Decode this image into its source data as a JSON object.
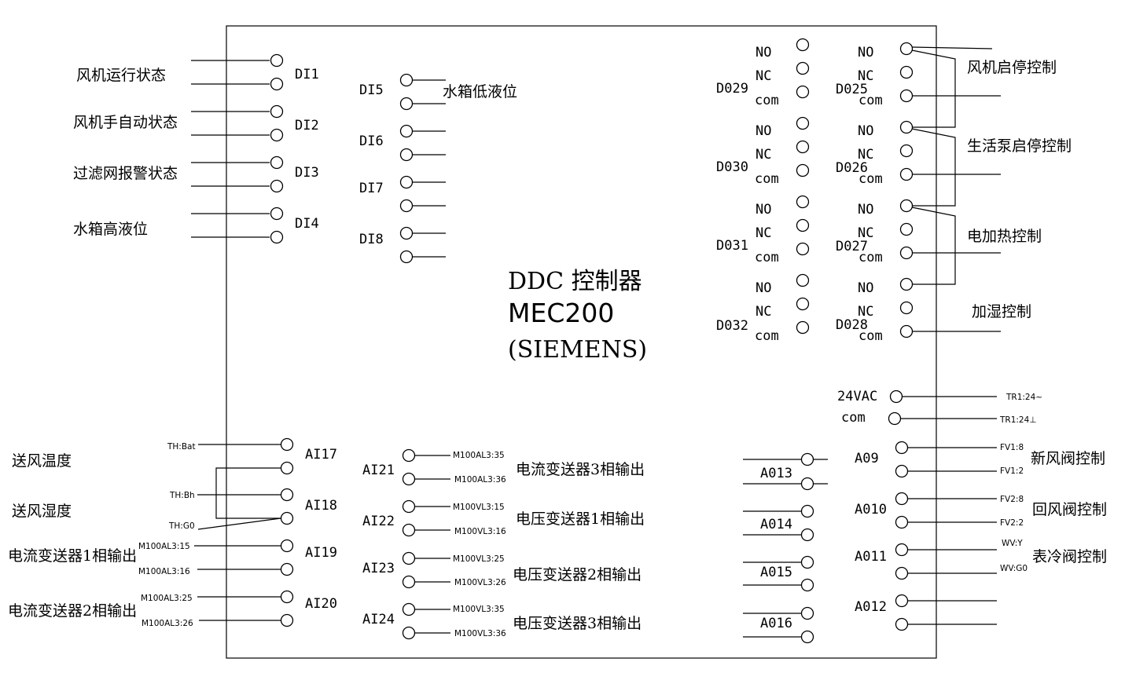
{
  "controller": {
    "title_line1": "DDC 控制器",
    "model": "MEC200",
    "vendor": "(SIEMENS)"
  },
  "di_left": {
    "labels": [
      "DI1",
      "DI2",
      "DI3",
      "DI4"
    ],
    "descriptions": [
      "风机运行状态",
      "风机手自动状态",
      "过滤网报警状态",
      "水箱高液位"
    ]
  },
  "di_inner": {
    "labels": [
      "DI5",
      "DI6",
      "DI7",
      "DI8"
    ],
    "di5_description": "水箱低液位"
  },
  "do_left": {
    "labels": [
      "D029",
      "D030",
      "D031",
      "D032"
    ],
    "no": "NO",
    "nc": "NC",
    "com": "com"
  },
  "do_right": {
    "labels": [
      "D025",
      "D026",
      "D027",
      "D028"
    ],
    "descriptions": [
      "风机启停控制",
      "生活泵启停控制",
      "电加热控制",
      "加湿控制"
    ]
  },
  "power": {
    "label_24vac": "24VAC",
    "label_com": "com",
    "wire_tr1": "TR1:24~",
    "wire_tr1_com": "TR1:24⊥"
  },
  "ai_left": {
    "labels": [
      "AI17",
      "AI18",
      "AI19",
      "AI20"
    ],
    "descriptions": [
      "送风温度",
      "送风湿度",
      "电流变送器1相输出",
      "电流变送器2相输出"
    ],
    "wires": [
      "TH:Bat",
      "TH:Bh",
      "TH:G0",
      "M100AL3:15",
      "M100AL3:16",
      "M100AL3:25",
      "M100AL3:26"
    ]
  },
  "ai_inner": {
    "labels": [
      "AI21",
      "AI22",
      "AI23",
      "AI24"
    ],
    "descriptions": [
      "电流变送器3相输出",
      "电压变送器1相输出",
      "电压变送器2相输出",
      "电压变送器3相输出"
    ],
    "wires": [
      "M100AL3:35",
      "M100AL3:36",
      "M100VL3:15",
      "M100VL3:16",
      "M100VL3:25",
      "M100VL3:26",
      "M100VL3:35",
      "M100VL3:36"
    ]
  },
  "ao_inner": {
    "labels": [
      "A013",
      "A014",
      "A015",
      "A016"
    ]
  },
  "ao_right": {
    "labels": [
      "A09",
      "A010",
      "A011",
      "A012"
    ],
    "descriptions": [
      "新风阀控制",
      "回风阀控制",
      "表冷阀控制"
    ],
    "wires": [
      "FV1:8",
      "FV1:2",
      "FV2:8",
      "FV2:2",
      "WV:Y",
      "WV:G0"
    ]
  }
}
